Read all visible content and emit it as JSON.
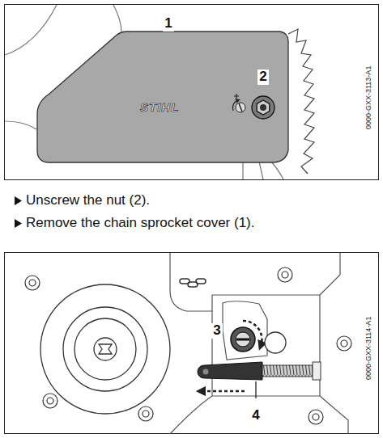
{
  "diagram": {
    "nodes": [
      {
        "text": [
          "STIHL"
        ]
      }
    ],
    "labels": [
      "1",
      "2",
      "0000-GXX-3113-A1",
      "Unscrew the nut (2).",
      "Remove the chain sprocket cover (1).",
      "3",
      "4",
      "0000-GXX-3114-A1"
    ]
  }
}
